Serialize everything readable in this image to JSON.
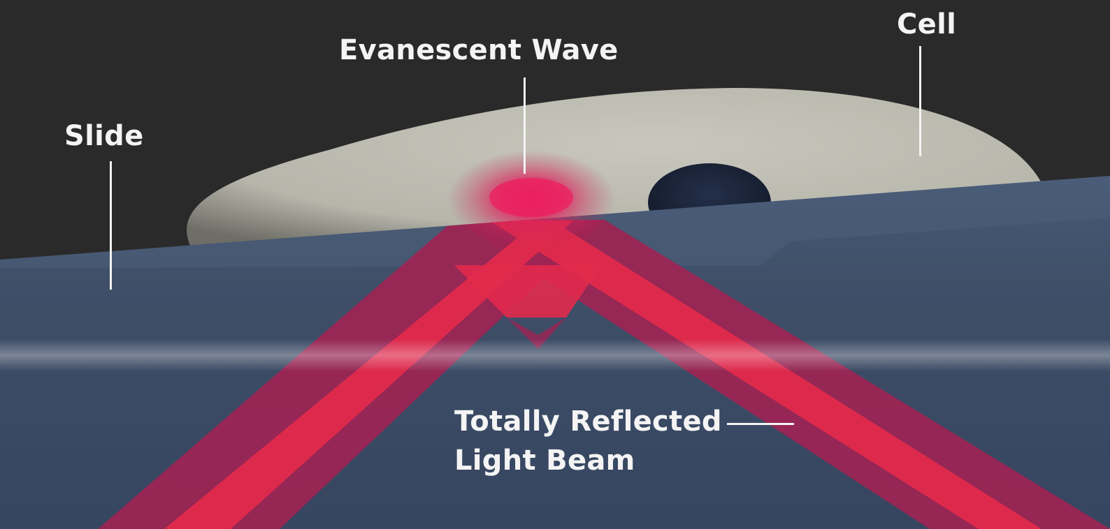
{
  "labels": {
    "evanescent_wave": "Evanescent Wave",
    "cell": "Cell",
    "slide": "Slide",
    "reflected_beam_line1": "Totally Reflected",
    "reflected_beam_line2": "Light Beam"
  },
  "colors": {
    "background": "#2a2a2a",
    "slide": "#3d4d66",
    "slide_top_face": "#4a5d78",
    "cell_body": "#bdbcb2",
    "nucleus": "#1c2236",
    "beam_outer": "#9e2454",
    "beam_inner": "#e02a4c",
    "evanescent_glow": "#e8205e",
    "label_text": "#f4f4f4"
  }
}
